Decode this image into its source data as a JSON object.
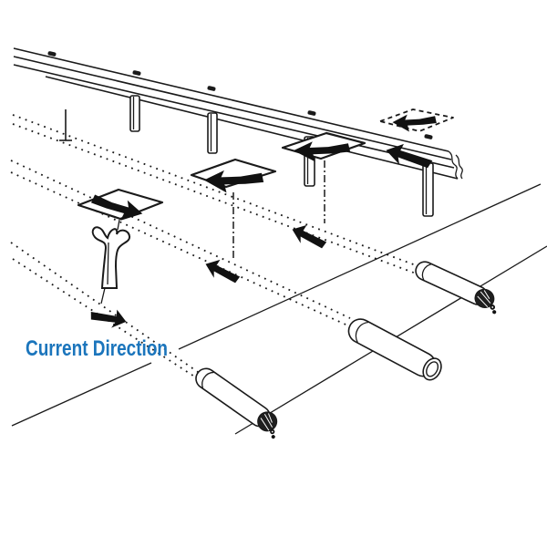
{
  "colors": {
    "background": "#ffffff",
    "line_ink": "#1a1a1a",
    "arrow_fill": "#111111",
    "label_blue": "#1b75bc"
  },
  "labels": {
    "current_direction": "Current Direction"
  },
  "icons": {
    "sign1_arrow": "bent-arrow-down-right-icon",
    "sign2_arrow": "bent-arrow-left-icon",
    "sign3_arrow": "bent-arrow-left-icon",
    "sign4_arrow": "bent-arrow-left-icon",
    "road_arrow1": "arrow-down-right-icon",
    "road_arrow2": "arrow-up-left-icon",
    "road_arrow3": "arrow-up-left-icon",
    "rail_arrow": "arrow-left-icon",
    "tube_end_1": "wire-rope-cross-section",
    "tube_end_2": "open-tube-end",
    "tube_end_3": "wire-rope-cross-section"
  }
}
